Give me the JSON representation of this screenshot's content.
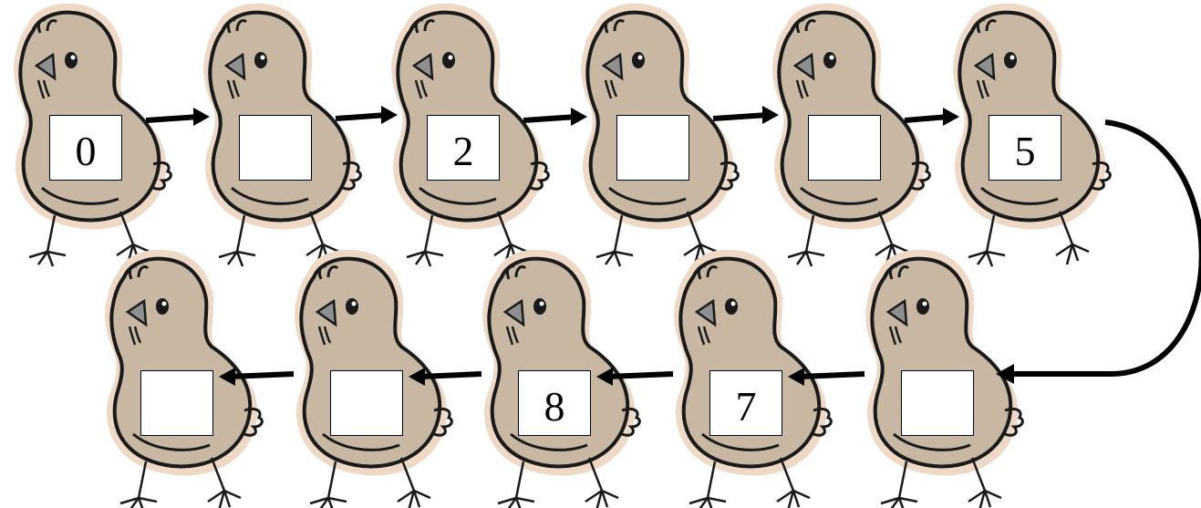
{
  "colors": {
    "chick_body": "#c7b7a3",
    "chick_shadow": "#eed9c6",
    "outline": "#1a1a1a",
    "beak": "#8f8f8f",
    "arrow": "#000000",
    "box_fill": "#ffffff"
  },
  "sequence": {
    "top_row": [
      {
        "value": "0"
      },
      {
        "value": ""
      },
      {
        "value": "2"
      },
      {
        "value": ""
      },
      {
        "value": ""
      },
      {
        "value": "5"
      }
    ],
    "bottom_row": [
      {
        "value": ""
      },
      {
        "value": ""
      },
      {
        "value": "8"
      },
      {
        "value": "7"
      },
      {
        "value": ""
      }
    ]
  },
  "icons": {
    "chick": "chick-icon",
    "arrow": "arrow-icon"
  }
}
